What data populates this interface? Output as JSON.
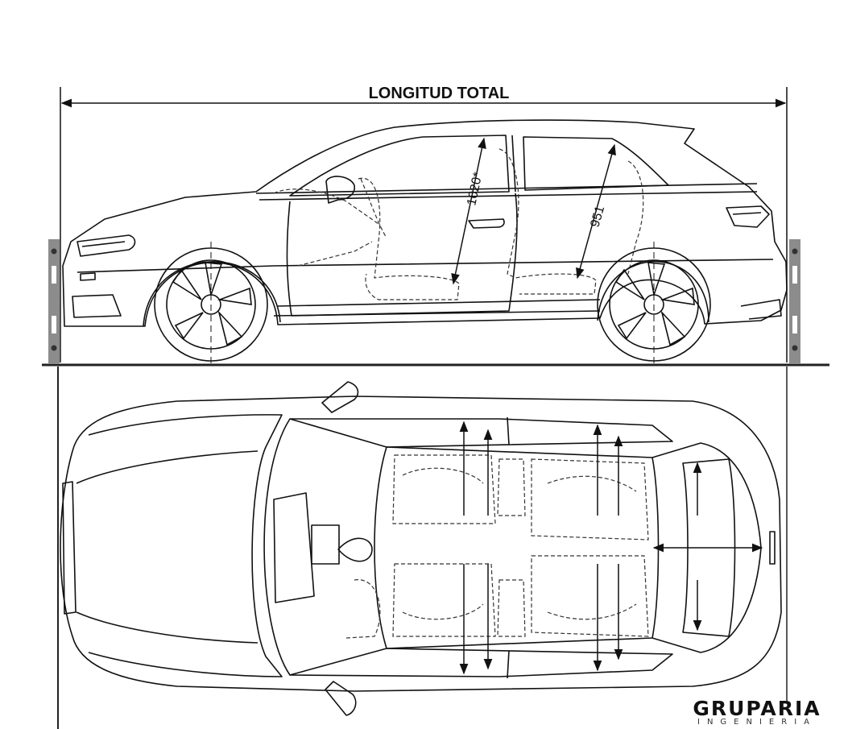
{
  "title": "LONGITUD TOTAL",
  "side_view": {
    "dim_interior_height": "1020*",
    "dim_rear_height": "951"
  },
  "logo": {
    "name": "GRUPARIA",
    "subtitle": "INGENIERIA"
  }
}
